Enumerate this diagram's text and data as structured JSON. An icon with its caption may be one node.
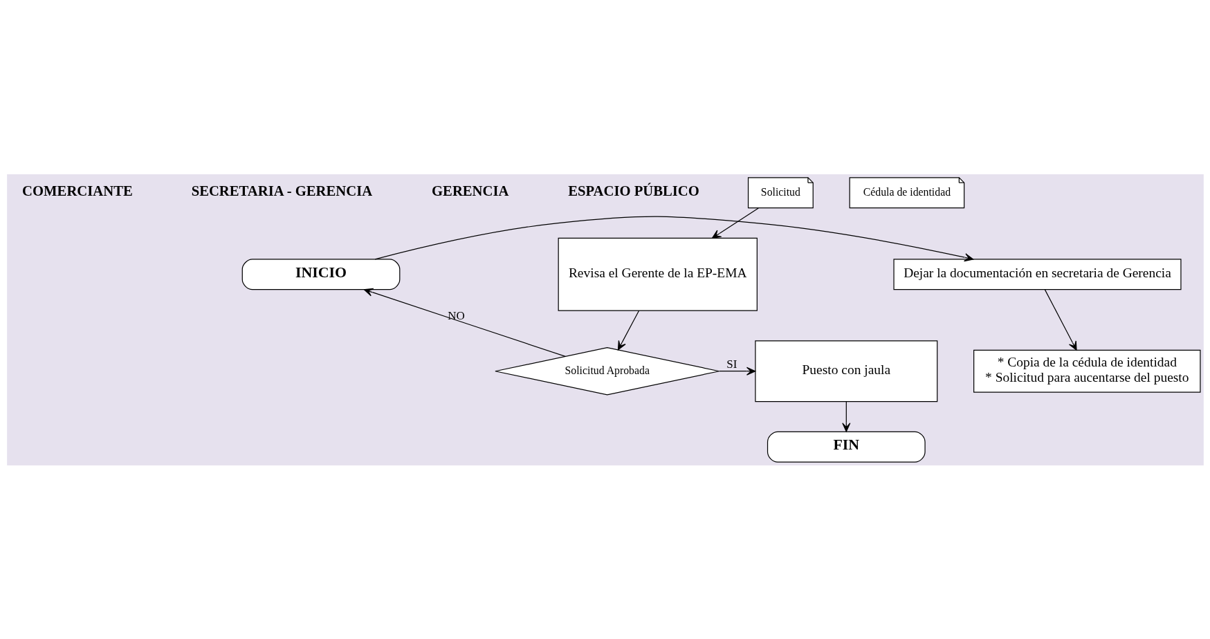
{
  "diagram": {
    "nodes": [
      {
        "text": [
          "INICIO"
        ]
      },
      {
        "text": [
          "Dejar la documentación en secretaria de Gerencia"
        ]
      },
      {
        "text": [
          "* Copia de la cédula de identidad",
          "* Solicitud para aucentarse del puesto"
        ]
      },
      {
        "text": [
          "Cédula de identidad"
        ]
      },
      {
        "text": [
          "Solicitud"
        ]
      },
      {
        "text": [
          "Revisa el Gerente de la EP-EMA"
        ]
      },
      {
        "text": [
          "Solicitud Aprobada"
        ]
      },
      {
        "text": [
          "Puesto con jaula"
        ]
      },
      {
        "text": [
          "FIN"
        ]
      }
    ],
    "edges": [
      {
        "from": 0,
        "to": 1,
        "arrow": "to"
      },
      {
        "from": 1,
        "to": 2,
        "arrow": "to"
      },
      {
        "from": 4,
        "to": 5,
        "arrow": "to"
      },
      {
        "from": 5,
        "to": 6,
        "arrow": "to"
      },
      {
        "from": 6,
        "to": 7,
        "arrow": "to",
        "label": "SI"
      },
      {
        "from": 6,
        "to": 0,
        "arrow": "to",
        "label": "NO"
      },
      {
        "from": 7,
        "to": 8,
        "arrow": "to"
      }
    ],
    "labels": [
      "COMERCIANTE",
      "SECRETARIA - GERENCIA",
      "GERENCIA",
      "ESPACIO PÚBLICO"
    ]
  }
}
